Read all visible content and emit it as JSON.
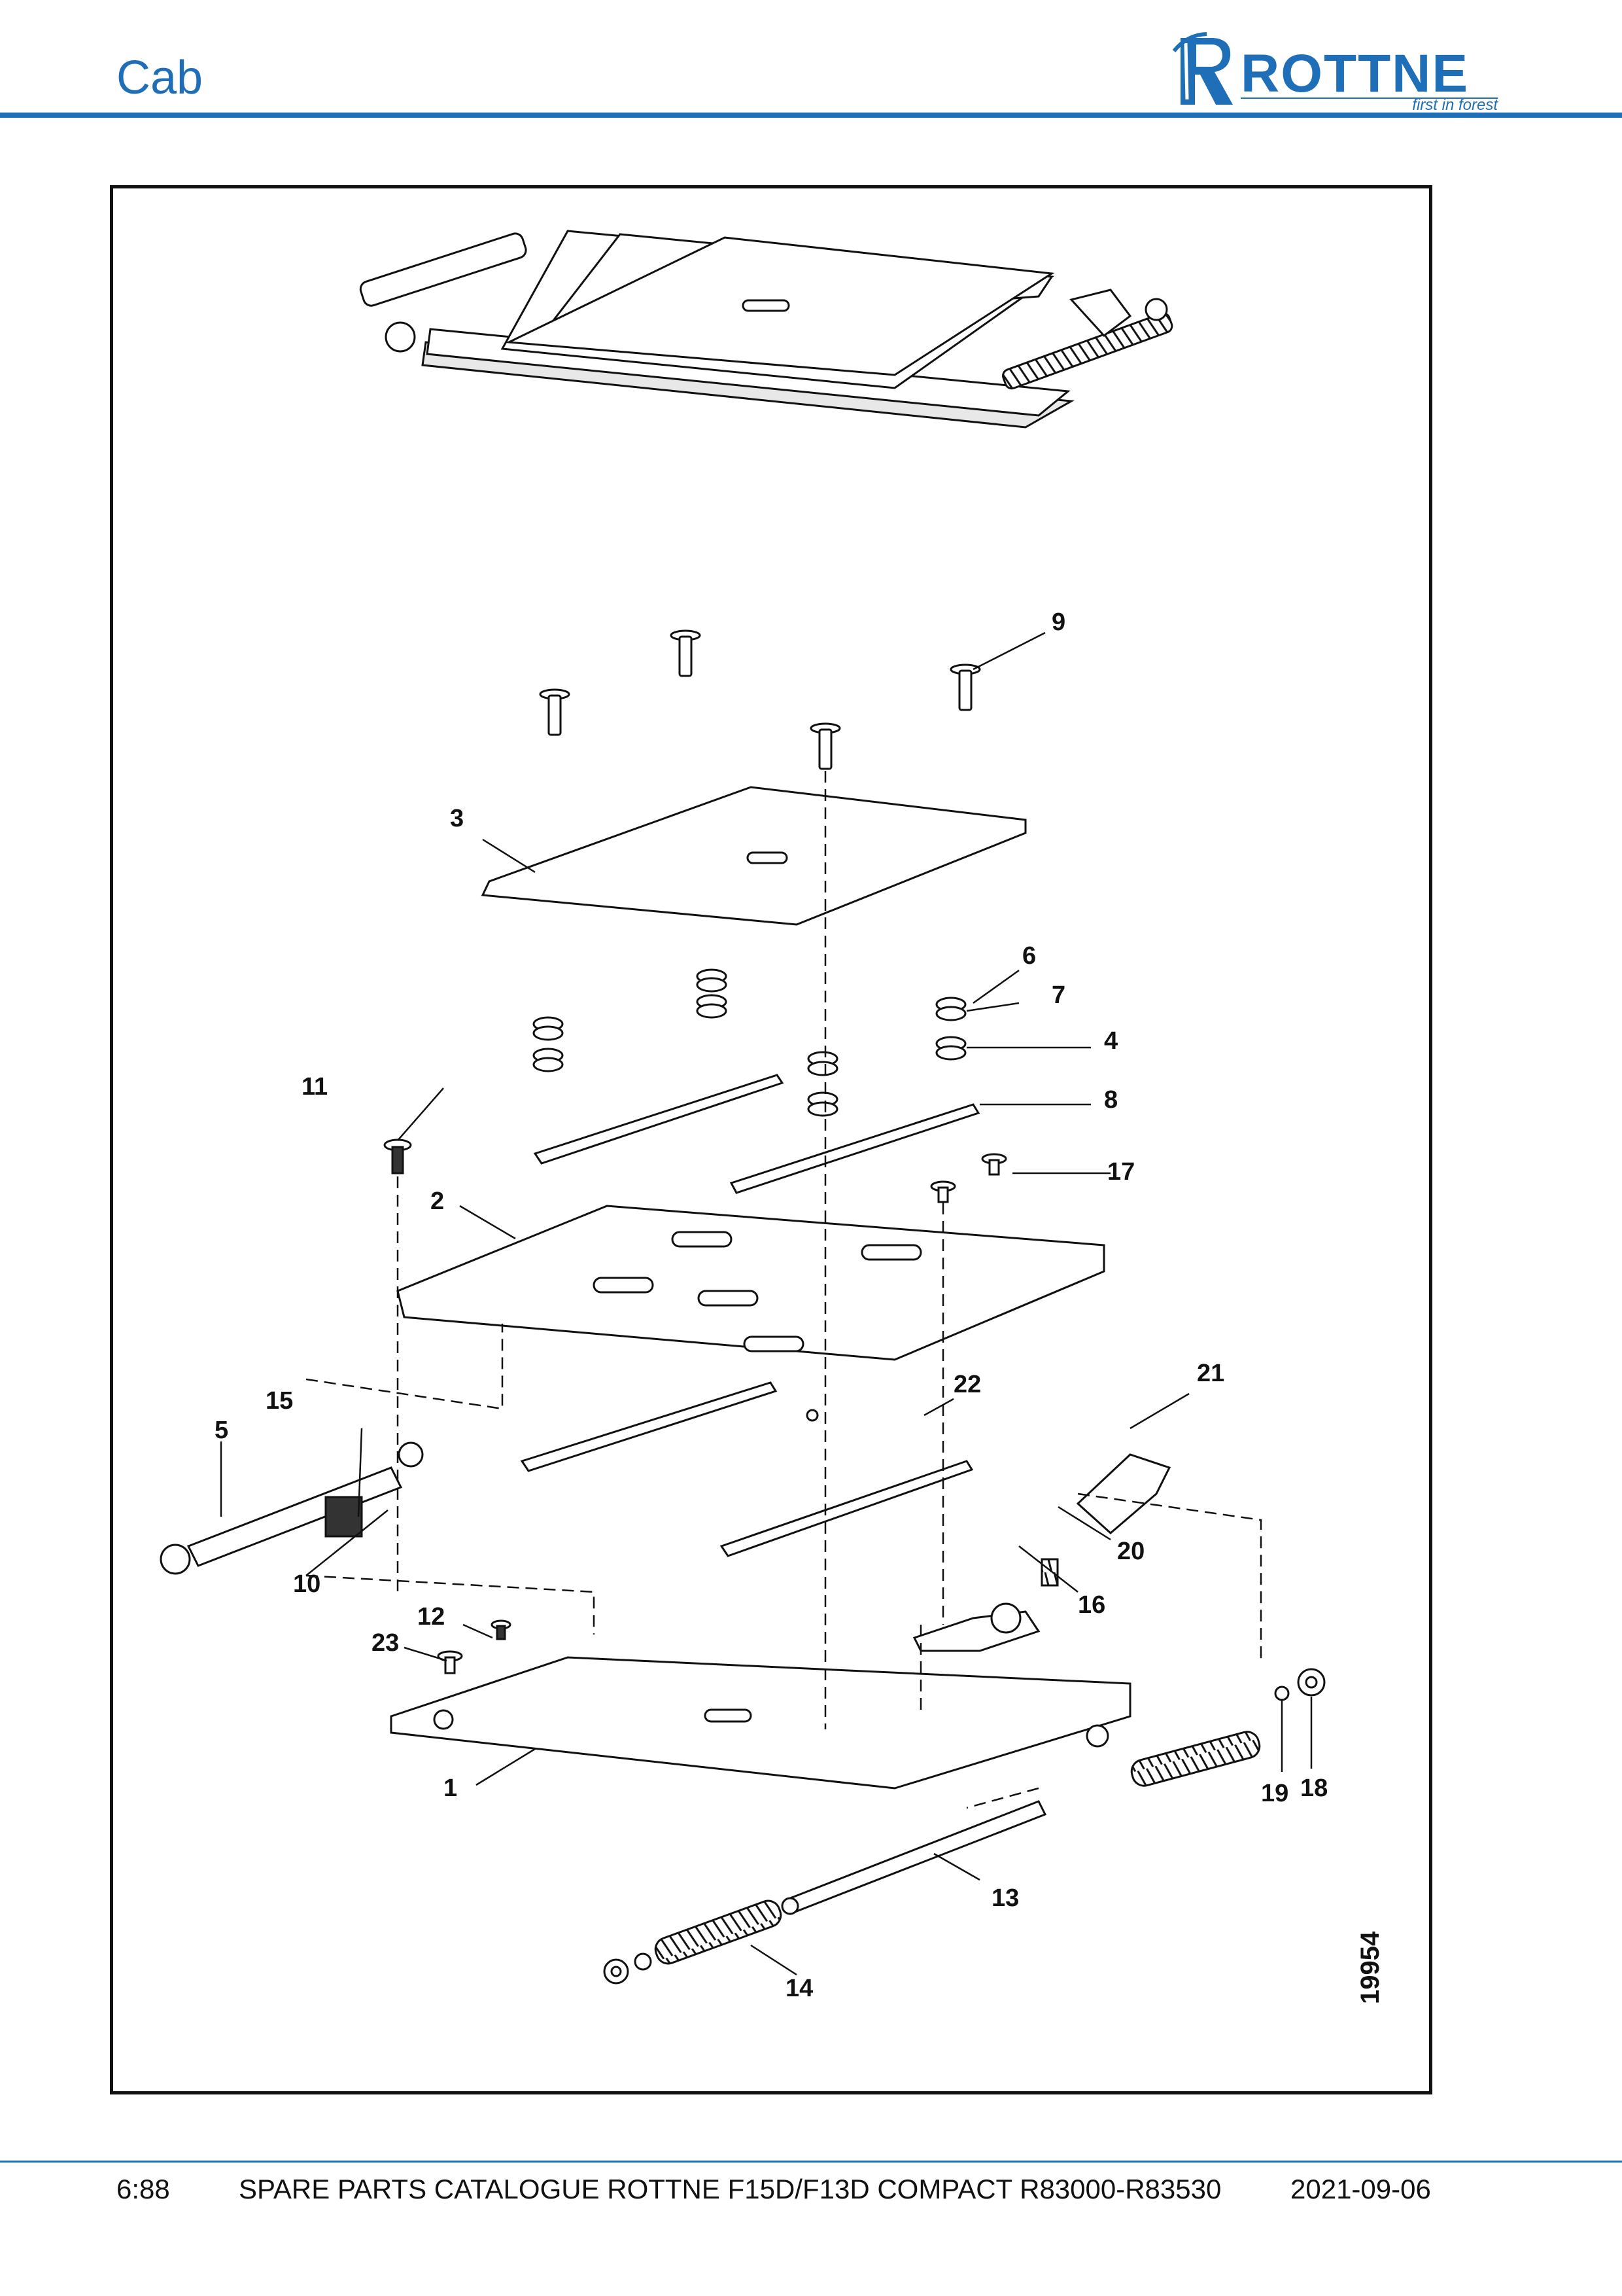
{
  "header": {
    "title": "Cab"
  },
  "brand": {
    "name": "ROTTNE",
    "tagline": "first in forest",
    "color": "#1f6fb8"
  },
  "diagram": {
    "drawing_number": "19954",
    "callouts": [
      "1",
      "2",
      "3",
      "4",
      "5",
      "6",
      "7",
      "8",
      "9",
      "10",
      "11",
      "12",
      "13",
      "14",
      "15",
      "16",
      "17",
      "18",
      "19",
      "20",
      "21",
      "22",
      "23"
    ]
  },
  "footer": {
    "page": "6:88",
    "catalogue_title": "SPARE PARTS CATALOGUE ROTTNE F15D/F13D COMPACT R83000-R83530",
    "date": "2021-09-06"
  },
  "colors": {
    "accent": "#1f6fb8",
    "line": "#111111",
    "part_fill": "#ffffff",
    "shade": "#d9d9d9"
  }
}
